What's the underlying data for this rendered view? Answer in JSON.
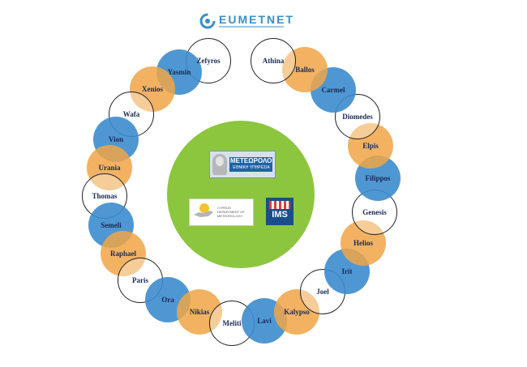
{
  "header": {
    "logo_text": "EUMETNET",
    "logo_icon": "eumetnet-c-icon"
  },
  "center": {
    "logo1_lines": [
      "ΕΘΝΙΚΗ",
      "ΜΕΤΕΩΡΟΛΟΓΙΚΗ",
      "ΥΠΗΡΕΣΙΑ"
    ],
    "logo2_text": "CYPRUS DEPARTMENT OF METEOROLOGY",
    "logo3_text": "IMS"
  },
  "ring": {
    "names": [
      {
        "label": "Zefyros",
        "color": "white"
      },
      {
        "label": "Yasmin",
        "color": "blue"
      },
      {
        "label": "Xenios",
        "color": "orange"
      },
      {
        "label": "Wafa",
        "color": "white"
      },
      {
        "label": "Vion",
        "color": "blue"
      },
      {
        "label": "Urania",
        "color": "orange"
      },
      {
        "label": "Thomas",
        "color": "white"
      },
      {
        "label": "Semeli",
        "color": "blue"
      },
      {
        "label": "Raphael",
        "color": "orange"
      },
      {
        "label": "Paris",
        "color": "white"
      },
      {
        "label": "Ora",
        "color": "blue"
      },
      {
        "label": "Nikias",
        "color": "orange"
      },
      {
        "label": "Meliti",
        "color": "white"
      },
      {
        "label": "Lavi",
        "color": "blue"
      },
      {
        "label": "Kalypso",
        "color": "orange"
      },
      {
        "label": "Joel",
        "color": "white"
      },
      {
        "label": "Irit",
        "color": "blue"
      },
      {
        "label": "Helios",
        "color": "orange"
      },
      {
        "label": "Genesis",
        "color": "white"
      },
      {
        "label": "Filippos",
        "color": "blue"
      },
      {
        "label": "Elpis",
        "color": "orange"
      },
      {
        "label": "Diomedes",
        "color": "white"
      },
      {
        "label": "Carmel",
        "color": "blue"
      },
      {
        "label": "Ballos",
        "color": "orange"
      },
      {
        "label": "Athina",
        "color": "white"
      }
    ]
  }
}
